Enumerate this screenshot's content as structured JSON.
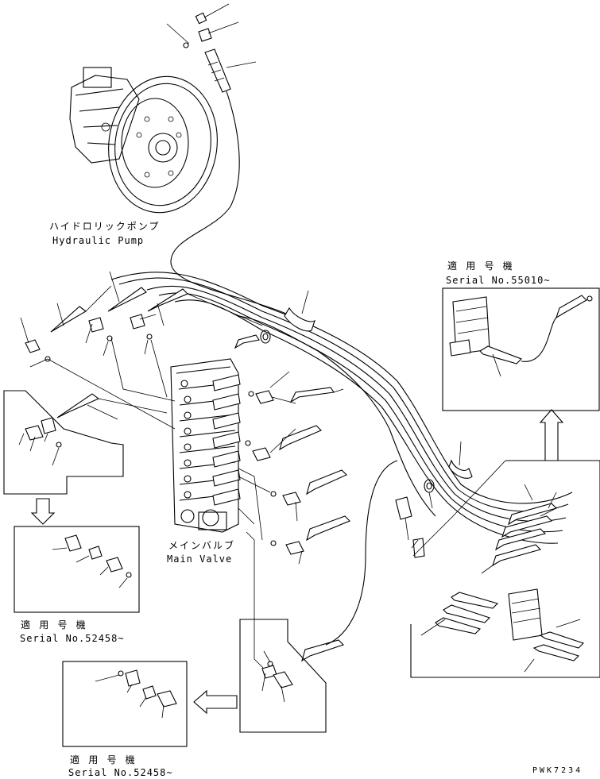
{
  "labels": {
    "pump_jp": "ハイドロリックポンプ",
    "pump_en": "Hydraulic Pump",
    "valve_jp": "メインバルブ",
    "valve_en": "Main Valve",
    "serial_top_jp": "適 用 号 機",
    "serial_top_en": "Serial No.55010~",
    "serial_left_jp": "適 用 号 機",
    "serial_left_en": "Serial No.52458~",
    "serial_bottom_jp": "適 用 号 機",
    "serial_bottom_en": "Serial No.52458~",
    "drawing_code": "PWK7234"
  }
}
